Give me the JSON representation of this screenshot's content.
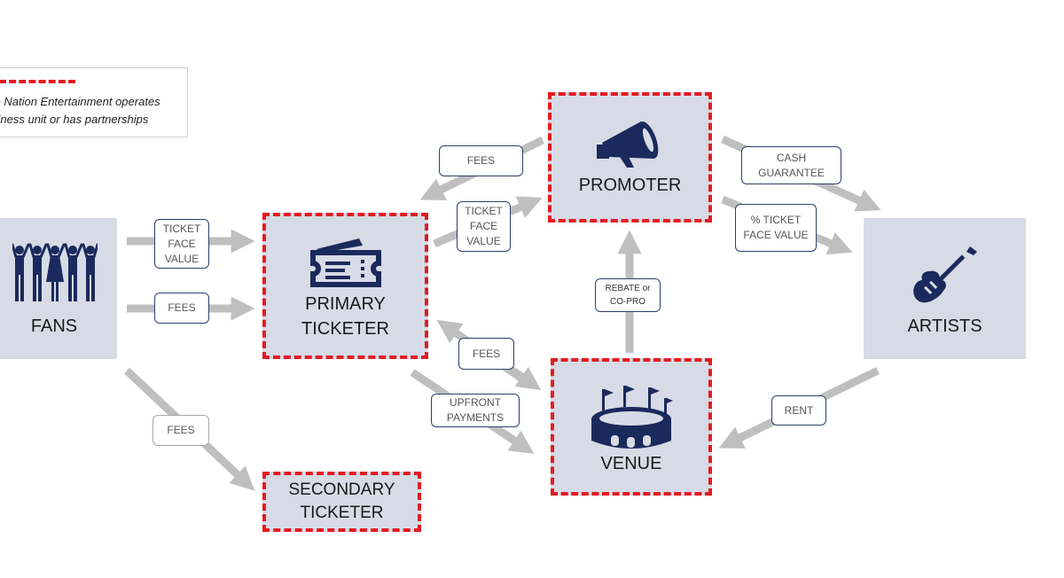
{
  "legend": {
    "text": "ve Nation Entertainment operates\nsiness unit or has partnerships"
  },
  "nodes": {
    "fans": {
      "label": "FANS"
    },
    "primary_ticketer": {
      "label": "PRIMARY\nTICKETER"
    },
    "secondary_ticketer": {
      "label": "SECONDARY\nTICKETER"
    },
    "promoter": {
      "label": "PROMOTER"
    },
    "venue": {
      "label": "VENUE"
    },
    "artists": {
      "label": "ARTISTS"
    }
  },
  "flows": {
    "fans_ticket_face_value": "TICKET\nFACE\nVALUE",
    "fans_fees": "FEES",
    "fans_secondary_fees": "FEES",
    "promoter_primary_fees": "FEES",
    "primary_promoter_ticket_face_value": "TICKET\nFACE\nVALUE",
    "primary_venue_fees": "FEES",
    "primary_venue_upfront_payments": "UPFRONT\nPAYMENTS",
    "venue_promoter_rebate": "REBATE or\nCO-PRO",
    "promoter_artists_cash_guarantee": "CASH\nGUARANTEE",
    "promoter_artists_pct_ticket": "% TICKET\nFACE VALUE",
    "artists_venue_rent": "RENT"
  },
  "colors": {
    "node_fill": "#d6dbe5",
    "dashed_border": "#e31b23",
    "arrow": "#bfbfbf",
    "icon": "#1b2a5c"
  },
  "icons": {
    "fans": "crowd-icon",
    "primary_ticketer": "ticket-icon",
    "promoter": "megaphone-icon",
    "venue": "stadium-icon",
    "artists": "guitar-icon"
  }
}
